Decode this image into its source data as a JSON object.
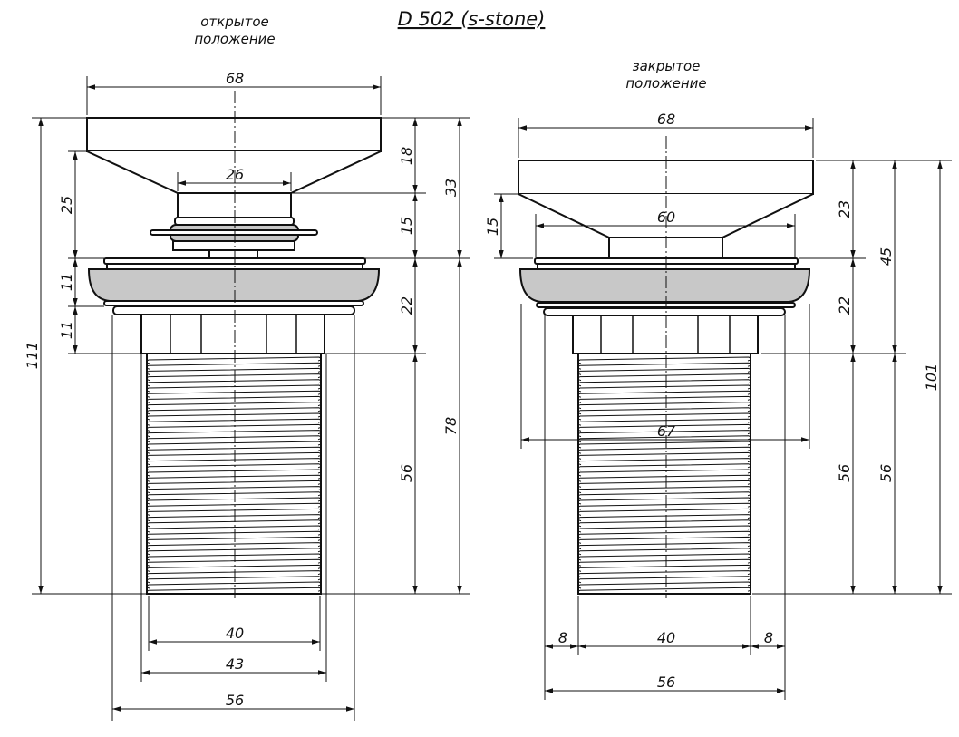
{
  "title": "D 502 (s-stone)",
  "open_view": {
    "label_line1": "открытое",
    "label_line2": "положение",
    "dims": {
      "cap_width": "68",
      "neck_width": "26",
      "cap_height": "18",
      "neck_height": "15",
      "cap_total": "33",
      "lift": "25",
      "washer_upper": "11",
      "washer_lower": "11",
      "body_height": "22",
      "thread_height": "56",
      "lower_total": "78",
      "overall": "111",
      "thread_inner": "40",
      "thread_outer": "43",
      "flange": "56"
    }
  },
  "closed_view": {
    "label_line1": "закрытое",
    "label_line2": "положение",
    "dims": {
      "cap_width": "68",
      "cone_width": "60",
      "body_width": "67",
      "cap_height": "23",
      "cone_height": "15",
      "body_height": "22",
      "upper_total": "45",
      "thread_height": "56",
      "thread_height_2": "56",
      "overall": "101",
      "thread_width": "40",
      "side_left": "8",
      "side_right": "8",
      "flange": "56"
    }
  }
}
